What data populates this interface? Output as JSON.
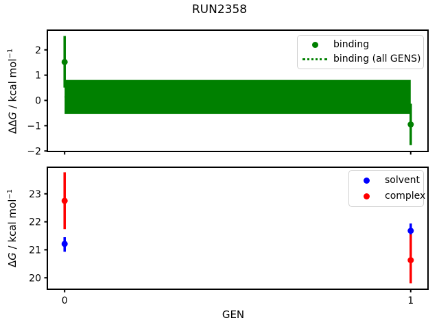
{
  "title": "RUN2358",
  "xlabel": "GEN",
  "ylabels": {
    "top": {
      "pre": "ΔΔ",
      "var": "G",
      "rest": " / kcal mol",
      "sup": "−1"
    },
    "bottom": {
      "pre": "Δ",
      "var": "G",
      "rest": " / kcal mol",
      "sup": "−1"
    }
  },
  "colors": {
    "binding": "#008000",
    "solvent": "#0000ff",
    "complex": "#ff0000",
    "axis": "#000000",
    "legend_border": "#d0d0d0",
    "background": "#ffffff"
  },
  "chart_data": [
    {
      "type": "errorbar",
      "panel": "top",
      "ylabel": "ΔΔG / kcal mol⁻¹",
      "xlim": [
        -0.05,
        1.05
      ],
      "ylim": [
        -2.02,
        2.78
      ],
      "grid": false,
      "xticks": [
        {
          "value": 0,
          "label": ""
        },
        {
          "value": 1,
          "label": ""
        }
      ],
      "yticks": [
        {
          "value": 2,
          "label": "2"
        },
        {
          "value": 1,
          "label": "1"
        },
        {
          "value": 0,
          "label": "0"
        },
        {
          "value": -1,
          "label": "−1"
        },
        {
          "value": -2,
          "label": "−2"
        }
      ],
      "band": {
        "name": "binding (all GENS)",
        "color": "#008000",
        "x_start": 0,
        "x_end": 1,
        "low": -0.53,
        "high": 0.81,
        "center": 0.14,
        "center_linestyle": "dotted"
      },
      "series": [
        {
          "name": "binding",
          "color": "#008000",
          "marker": "circle",
          "points": [
            {
              "x": 0,
              "y": 1.52,
              "err_low": 0.51,
              "err_high": 2.55
            },
            {
              "x": 1,
              "y": -0.95,
              "err_low": -1.77,
              "err_high": -0.13
            }
          ]
        }
      ],
      "legend": [
        {
          "label": "binding",
          "symbol": "dot",
          "color": "#008000"
        },
        {
          "label": "binding (all GENS)",
          "symbol": "dotted-line",
          "color": "#008000"
        }
      ],
      "legend_position": "upper right"
    },
    {
      "type": "errorbar",
      "panel": "bottom",
      "ylabel": "ΔG / kcal mol⁻¹",
      "xlabel": "GEN",
      "xlim": [
        -0.05,
        1.05
      ],
      "ylim": [
        19.59,
        23.95
      ],
      "grid": false,
      "xticks": [
        {
          "value": 0,
          "label": "0"
        },
        {
          "value": 1,
          "label": "1"
        }
      ],
      "yticks": [
        {
          "value": 23,
          "label": "23"
        },
        {
          "value": 22,
          "label": "22"
        },
        {
          "value": 21,
          "label": "21"
        },
        {
          "value": 20,
          "label": "20"
        }
      ],
      "series": [
        {
          "name": "solvent",
          "color": "#0000ff",
          "marker": "circle",
          "points": [
            {
              "x": 0,
              "y": 21.21,
              "err_low": 20.93,
              "err_high": 21.45
            },
            {
              "x": 1,
              "y": 21.68,
              "err_low": 21.43,
              "err_high": 21.94
            }
          ]
        },
        {
          "name": "complex",
          "color": "#ff0000",
          "marker": "circle",
          "points": [
            {
              "x": 0,
              "y": 22.75,
              "err_low": 21.74,
              "err_high": 23.77
            },
            {
              "x": 1,
              "y": 20.63,
              "err_low": 19.8,
              "err_high": 21.55
            }
          ]
        }
      ],
      "legend": [
        {
          "label": "solvent",
          "symbol": "dot",
          "color": "#0000ff"
        },
        {
          "label": "complex",
          "symbol": "dot",
          "color": "#ff0000"
        }
      ],
      "legend_position": "upper right"
    }
  ]
}
